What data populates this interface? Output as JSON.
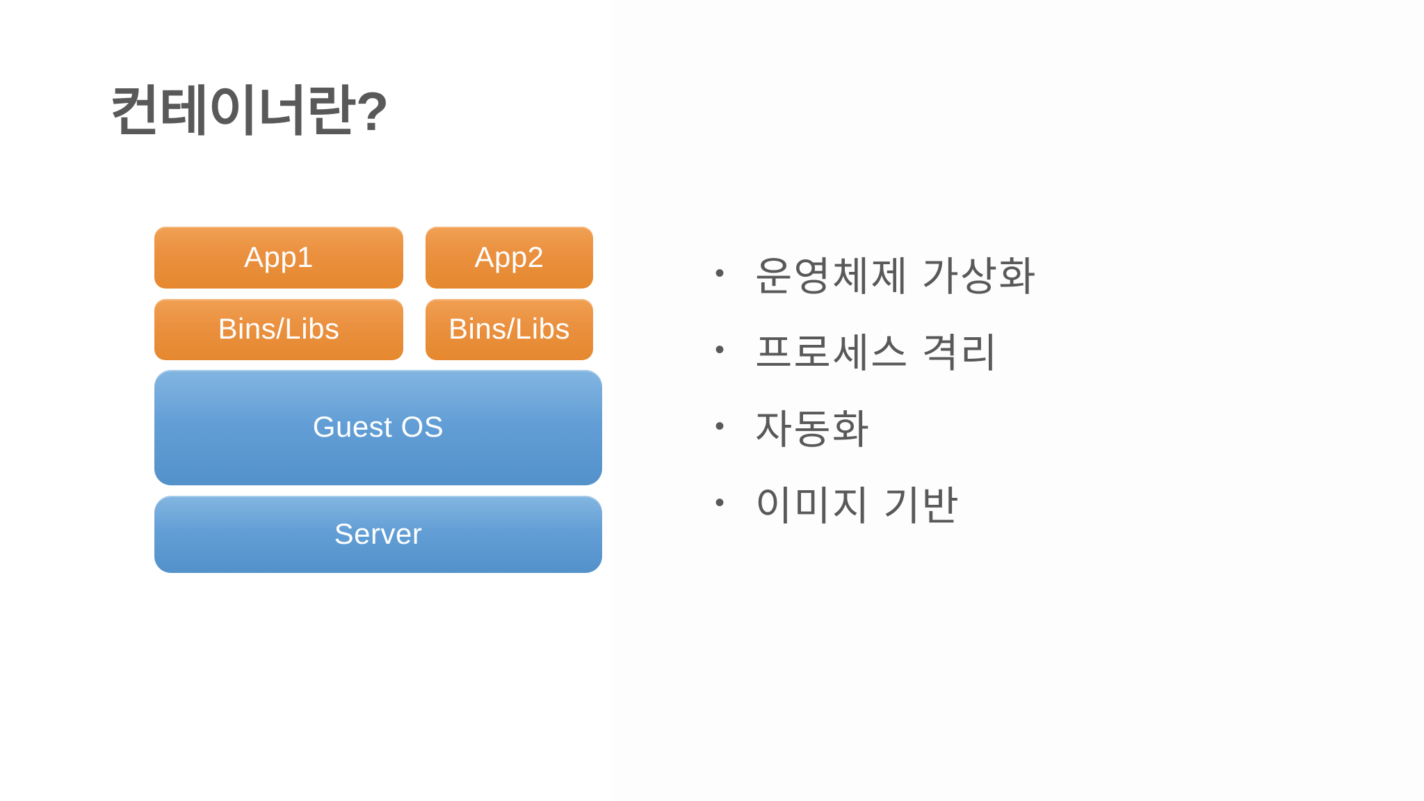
{
  "slide": {
    "title": "컨테이너란?",
    "bullet_char": "•",
    "diagram": {
      "name": "container-architecture-stack",
      "boxes": [
        {
          "id": "app1",
          "label": "App1",
          "color": "orange"
        },
        {
          "id": "app2",
          "label": "App2",
          "color": "orange"
        },
        {
          "id": "bins-libs-1",
          "label": "Bins/Libs",
          "color": "orange"
        },
        {
          "id": "bins-libs-2",
          "label": "Bins/Libs",
          "color": "orange"
        },
        {
          "id": "guest-os",
          "label": "Guest OS",
          "color": "blue"
        },
        {
          "id": "server",
          "label": "Server",
          "color": "blue"
        }
      ]
    },
    "bullets": [
      {
        "text": "운영체제 가상화"
      },
      {
        "text": "프로세스 격리"
      },
      {
        "text": "자동화"
      },
      {
        "text": "이미지 기반"
      }
    ],
    "colors": {
      "background": "#ffffff",
      "right_panel": "#fdfdfd",
      "title_text": "#595959",
      "bullet_text": "#595959",
      "box_orange": "#ea9140",
      "box_blue": "#5b9bd5",
      "box_label_text": "#ffffff"
    }
  }
}
